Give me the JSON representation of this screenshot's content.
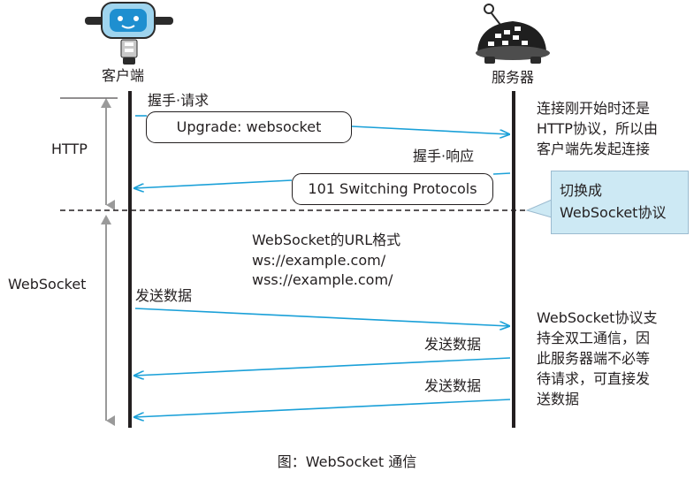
{
  "actors": {
    "client": "客户端",
    "server": "服务器"
  },
  "phases": {
    "http": "HTTP",
    "websocket": "WebSocket"
  },
  "messages": {
    "handshake_request": "握手·请求",
    "upgrade_box": "Upgrade: websocket",
    "handshake_response": "握手·响应",
    "switching_box": "101 Switching Protocols",
    "send_data_1": "发送数据",
    "send_data_2": "发送数据",
    "send_data_3": "发送数据"
  },
  "url_format": {
    "heading": "WebSocket的URL格式",
    "ws": "ws://example.com/",
    "wss": "wss://example.com/"
  },
  "notes": {
    "connection_start": [
      "连接刚开始时还是",
      "HTTP协议，所以由",
      "客户端先发起连接"
    ],
    "switch_to": [
      "切换成",
      "WebSocket协议"
    ],
    "full_duplex": [
      "WebSocket协议支",
      "持全双工通信，因",
      "此服务器端不必等",
      "待请求，可直接发",
      "送数据"
    ]
  },
  "caption": "图：WebSocket 通信",
  "colors": {
    "arrow": "#1aa0d8",
    "lifeline": "#231f20",
    "phase_arrow": "#9a9a9a",
    "callout_fill": "#cde9f4"
  },
  "icons": {
    "client": "robot-icon",
    "server": "server-robot-icon"
  }
}
